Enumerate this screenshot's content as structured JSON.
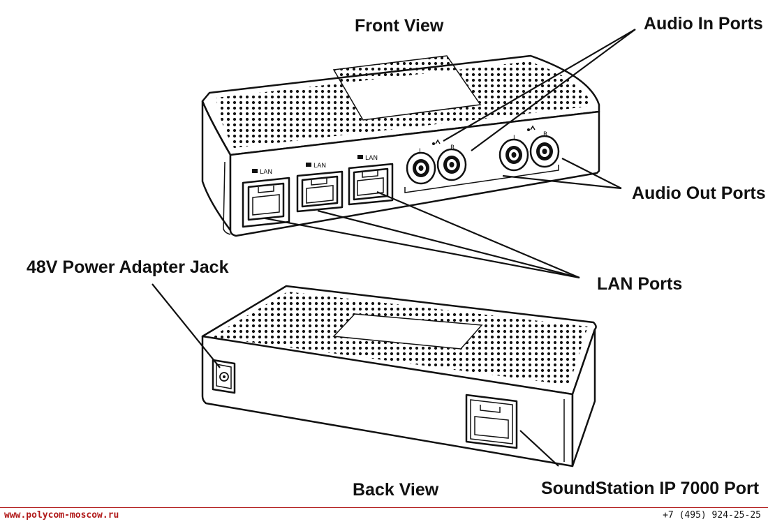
{
  "titles": {
    "front_view": "Front View",
    "back_view": "Back View"
  },
  "callouts": {
    "audio_in": "Audio In Ports",
    "audio_out": "Audio Out Ports",
    "lan": "LAN Ports",
    "power": "48V Power Adapter Jack",
    "soundstation": "SoundStation IP 7000 Port"
  },
  "port_labels": {
    "lan": "LAN",
    "left": "L",
    "right": "R"
  },
  "footer": {
    "website": "www.polycom-moscow.ru",
    "phone": "+7 (495) 924-25-25"
  }
}
